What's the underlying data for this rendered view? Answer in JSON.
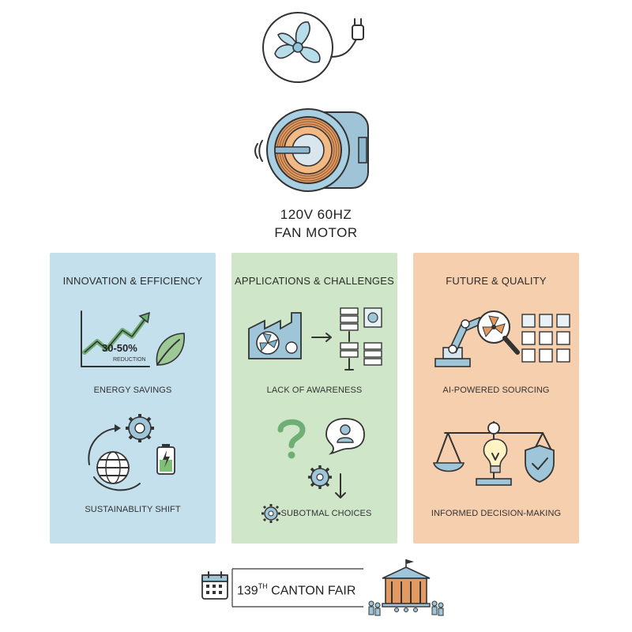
{
  "title": {
    "line1": "120V 60HZ",
    "line2": "FAN MOTOR"
  },
  "panels": [
    {
      "heading": "INNOVATION & EFFICIENCY",
      "color": "#c4e0ec",
      "stat": "30-50%",
      "stat_caption": "REDUCTION",
      "label_top": "ENERGY SAVINGS",
      "label_bottom": "SUSTAINABLITY SHIFT",
      "icons": [
        "growth-chart-icon",
        "leaf-icon",
        "gear-icon",
        "globe-icon",
        "battery-icon"
      ]
    },
    {
      "heading": "APPLICATIONS & CHALLENGES",
      "color": "#cfe6c8",
      "label_top": "LACK OF AWARENESS",
      "label_bottom": "SUBOTMAL CHOICES",
      "icons": [
        "factory-fan-icon",
        "server-rack-icon",
        "question-mark-icon",
        "person-speech-bubble-icon",
        "gear-icon"
      ]
    },
    {
      "heading": "FUTURE & QUALITY",
      "color": "#f6cfae",
      "label_top": "AI-POWERED SOURCING",
      "label_bottom": "INFORMED DECISION-MAKING",
      "icons": [
        "robot-arm-icon",
        "magnifier-fan-icon",
        "grid-icon",
        "balance-scale-icon",
        "lightbulb-icon",
        "shield-check-icon"
      ]
    }
  ],
  "footer": {
    "fair_number": "139",
    "fair_suffix": "TH",
    "fair_name": "CANTON FAIR",
    "icons": [
      "calendar-icon",
      "exhibition-hall-icon"
    ]
  }
}
